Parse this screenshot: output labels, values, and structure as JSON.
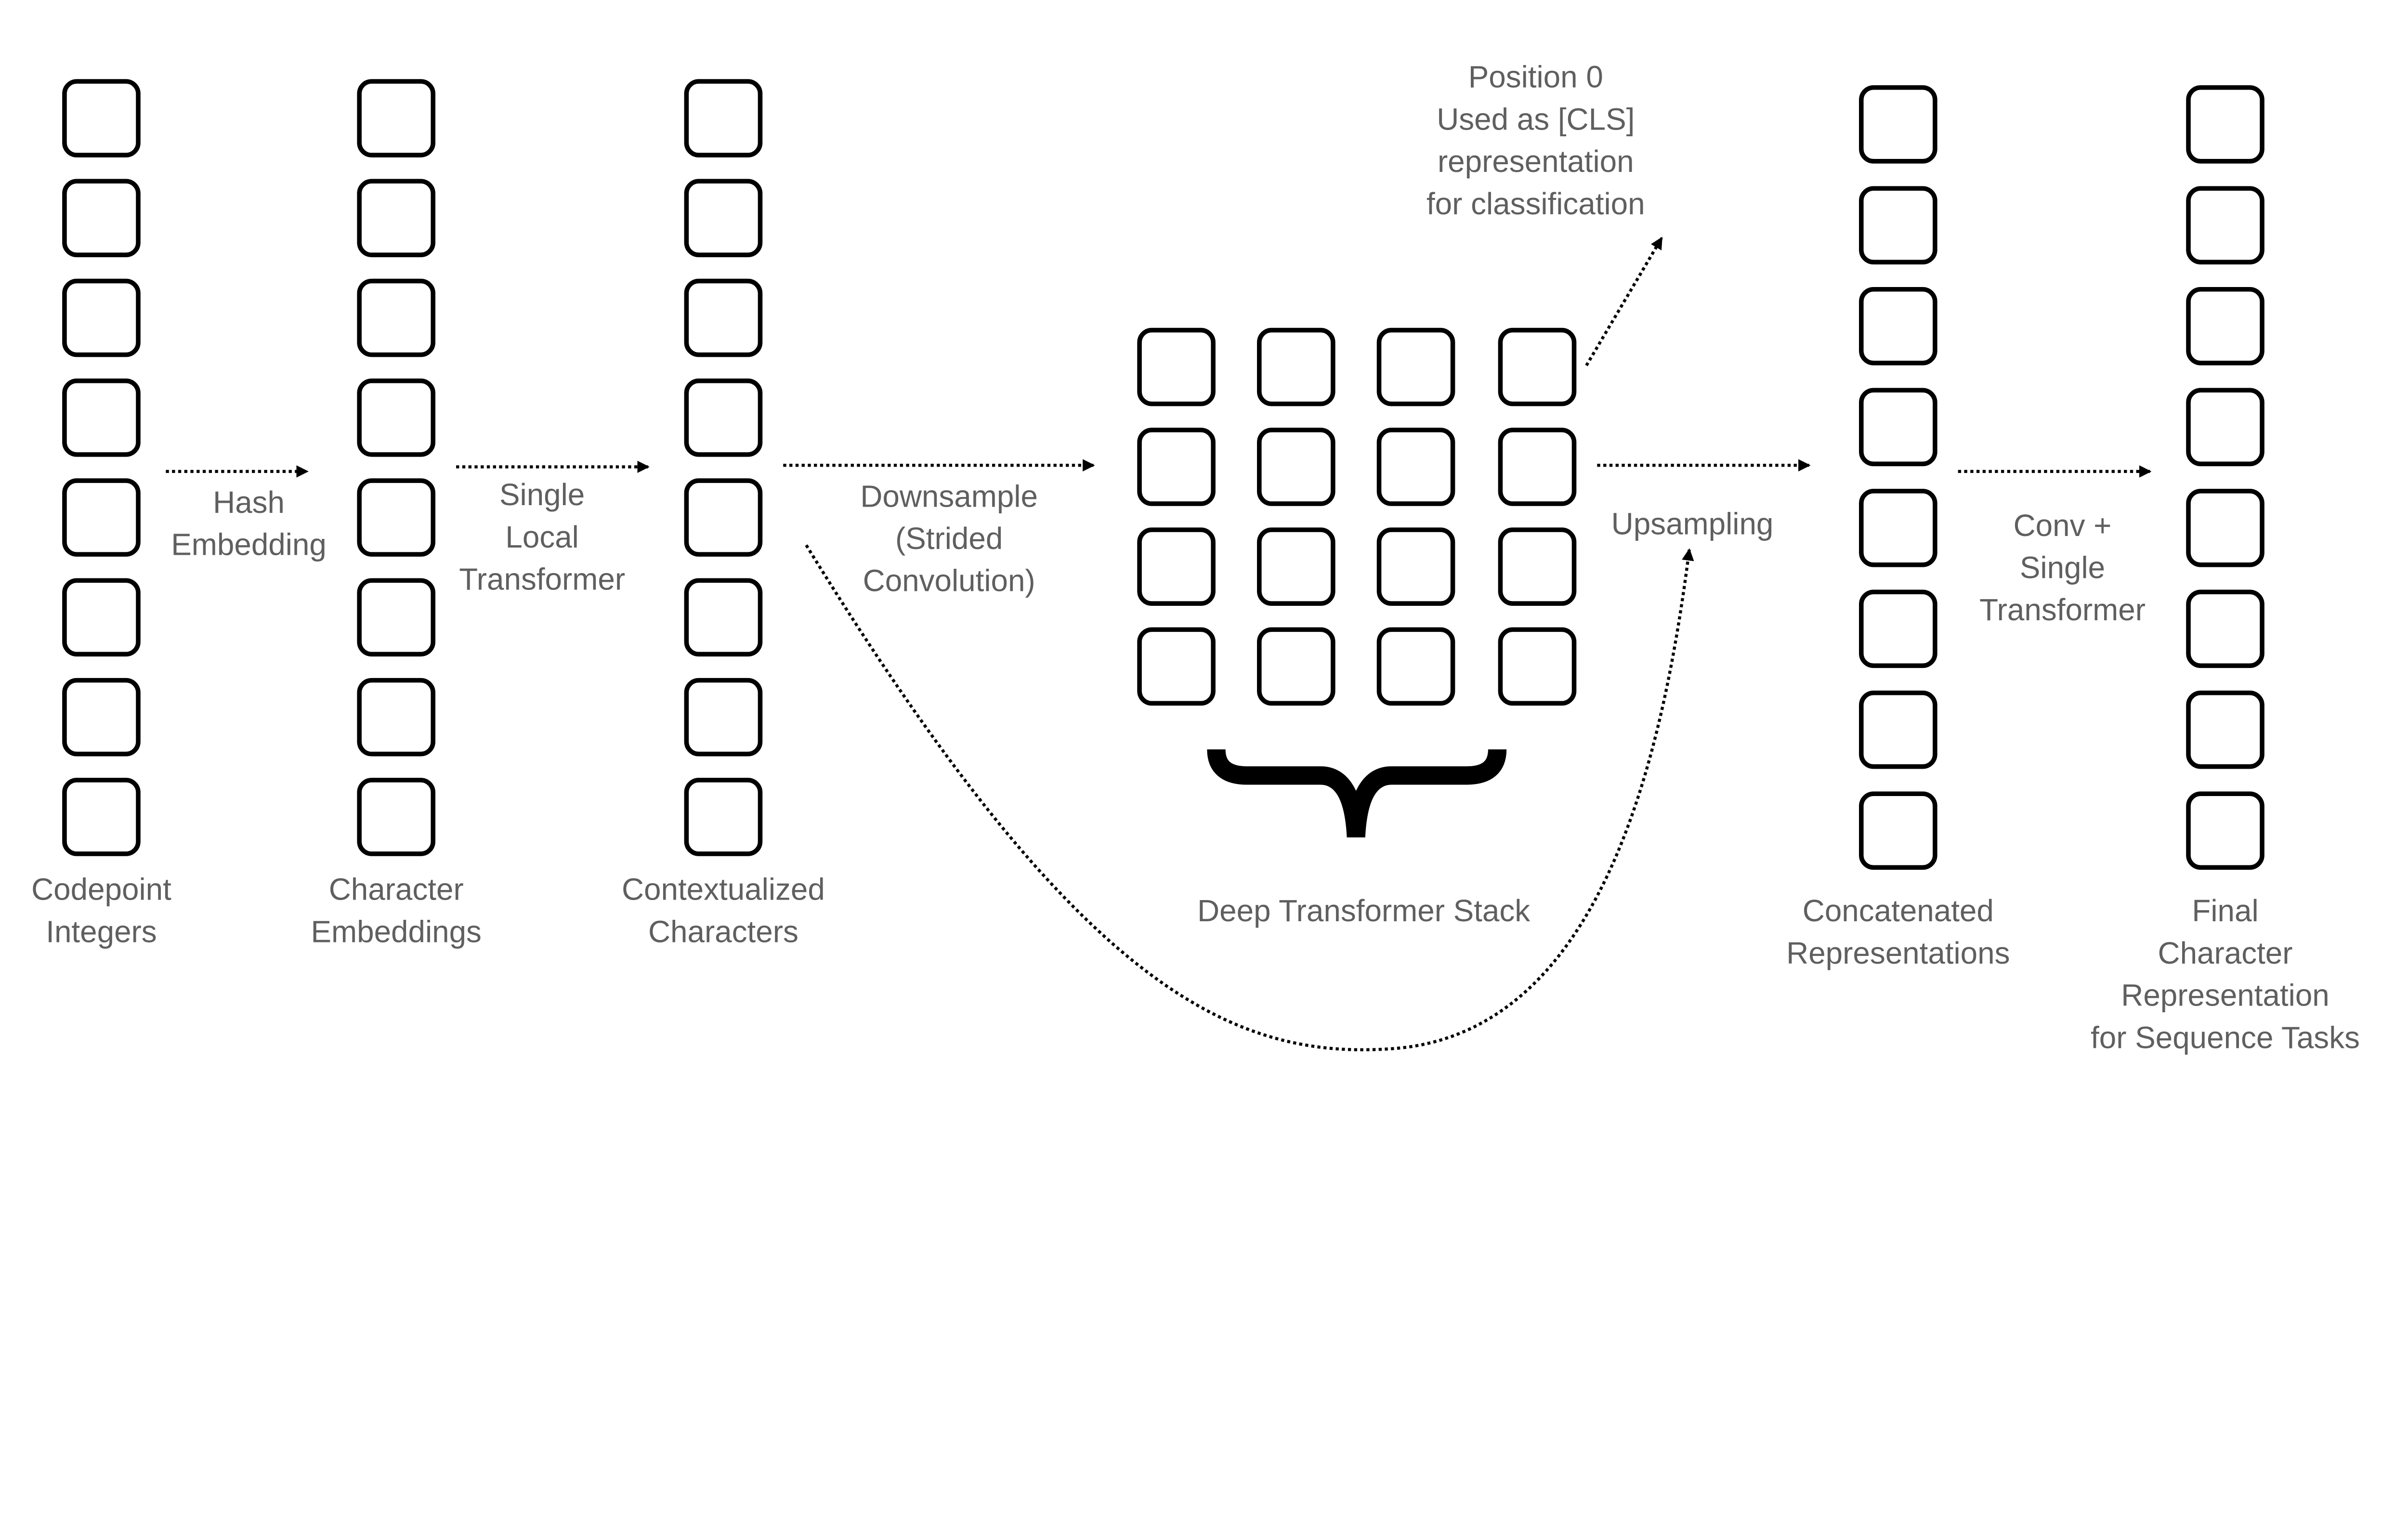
{
  "colors": {
    "text": "#5f5f5f",
    "stroke": "#000000",
    "background": "#ffffff"
  },
  "columns": {
    "codepoint": [
      "Codepoint",
      "Integers"
    ],
    "char_emb": [
      "Character",
      "Embeddings"
    ],
    "contextual": [
      "Contextualized",
      "Characters"
    ],
    "concat": [
      "Concatenated",
      "Representations"
    ],
    "final": [
      "Final",
      "Character",
      "Representation",
      "for Sequence Tasks"
    ]
  },
  "steps": {
    "hash": [
      "Hash",
      "Embedding"
    ],
    "local": [
      "Single",
      "Local",
      "Transformer"
    ],
    "down": [
      "Downsample",
      "(Strided",
      "Convolution)"
    ],
    "up": [
      "Upsampling"
    ],
    "conv": [
      "Conv +",
      "Single",
      "Transformer"
    ]
  },
  "cls_note": [
    "Position 0",
    "Used as [CLS]",
    "representation",
    "for classification"
  ],
  "stack_label": "Deep Transformer Stack"
}
